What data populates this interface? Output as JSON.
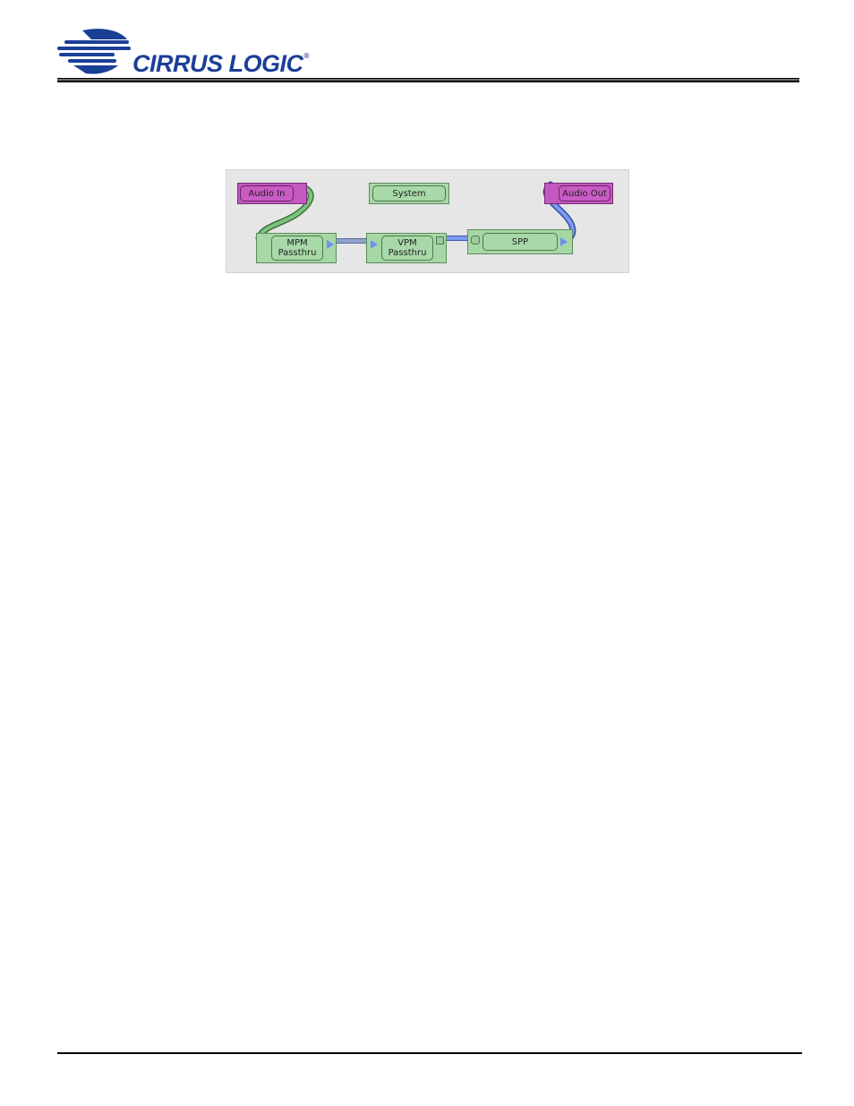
{
  "header": {
    "brand": "CIRRUS LOGIC",
    "registered_mark": "®"
  },
  "diagram": {
    "blocks": {
      "audio_in": "Audio In",
      "system": "System",
      "audio_out": "Audio Out",
      "mpm": [
        "MPM",
        "Passthru"
      ],
      "vpm": [
        "VPM",
        "Passthru"
      ],
      "spp": "SPP"
    },
    "colors": {
      "io_block": "#c458c0",
      "module_block": "#a6d8a6",
      "wire_green": "#5aa85a",
      "wire_blue": "#6f8ff0",
      "background": "#e6e6e6"
    }
  }
}
